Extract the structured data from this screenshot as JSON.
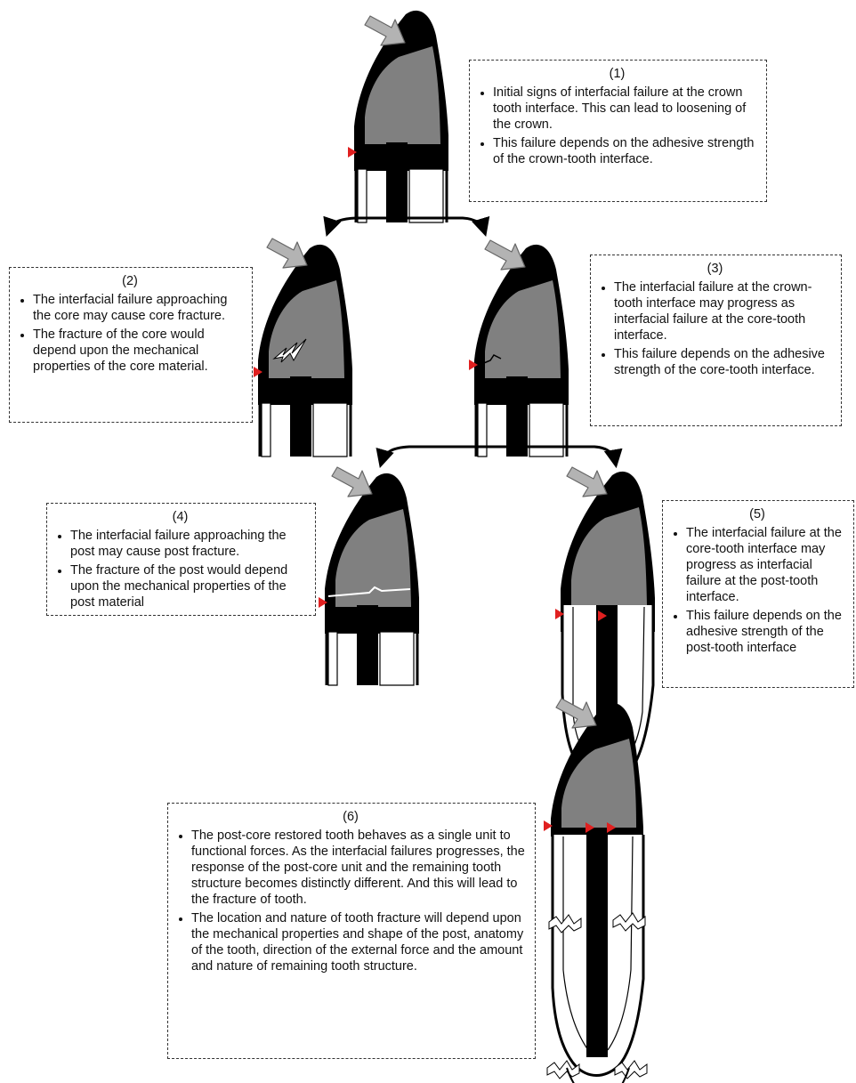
{
  "boxes": [
    {
      "id": "1",
      "number": "(1)",
      "bullets": [
        "Initial signs of interfacial failure at the crown tooth interface. This can lead to loosening of the crown.",
        "This failure depends on the adhesive strength of the crown-tooth interface."
      ]
    },
    {
      "id": "2",
      "number": "(2)",
      "bullets": [
        "The interfacial failure approaching the core may cause core fracture.",
        "The fracture of the core would depend upon the mechanical properties of the core material."
      ]
    },
    {
      "id": "3",
      "number": "(3)",
      "bullets": [
        "The interfacial failure at the crown-tooth interface may progress as interfacial failure at the core-tooth interface.",
        "This failure depends on the adhesive strength of the core-tooth interface."
      ]
    },
    {
      "id": "4",
      "number": "(4)",
      "bullets": [
        "The interfacial failure approaching the post may cause post fracture.",
        "The fracture of the post would depend upon the mechanical properties of the post material"
      ]
    },
    {
      "id": "5",
      "number": "(5)",
      "bullets": [
        "The interfacial failure at the core-tooth interface may progress as interfacial failure at the post-tooth interface.",
        "This failure depends on the adhesive strength of the post-tooth interface"
      ]
    },
    {
      "id": "6",
      "number": "(6)",
      "bullets": [
        "The post-core restored tooth behaves as a single unit to functional forces. As the interfacial failures progresses, the response of the post-core unit and the remaining tooth structure becomes distinctly different. And this will lead to the fracture of tooth.",
        "The location and nature of tooth fracture will depend upon the mechanical properties and shape of the post, anatomy of the tooth, direction of the external force and the amount and nature of remaining tooth structure."
      ]
    }
  ],
  "colors": {
    "crown": "#000000",
    "core": "#808080",
    "post": "#000000",
    "force_arrow": "#b3b3b3",
    "failure_marker": "#e02020",
    "box_border": "#333333"
  },
  "icons": {
    "force": "gray-force-arrow-icon",
    "failure": "red-triangle-marker-icon",
    "fracture": "lightning-fracture-icon"
  }
}
